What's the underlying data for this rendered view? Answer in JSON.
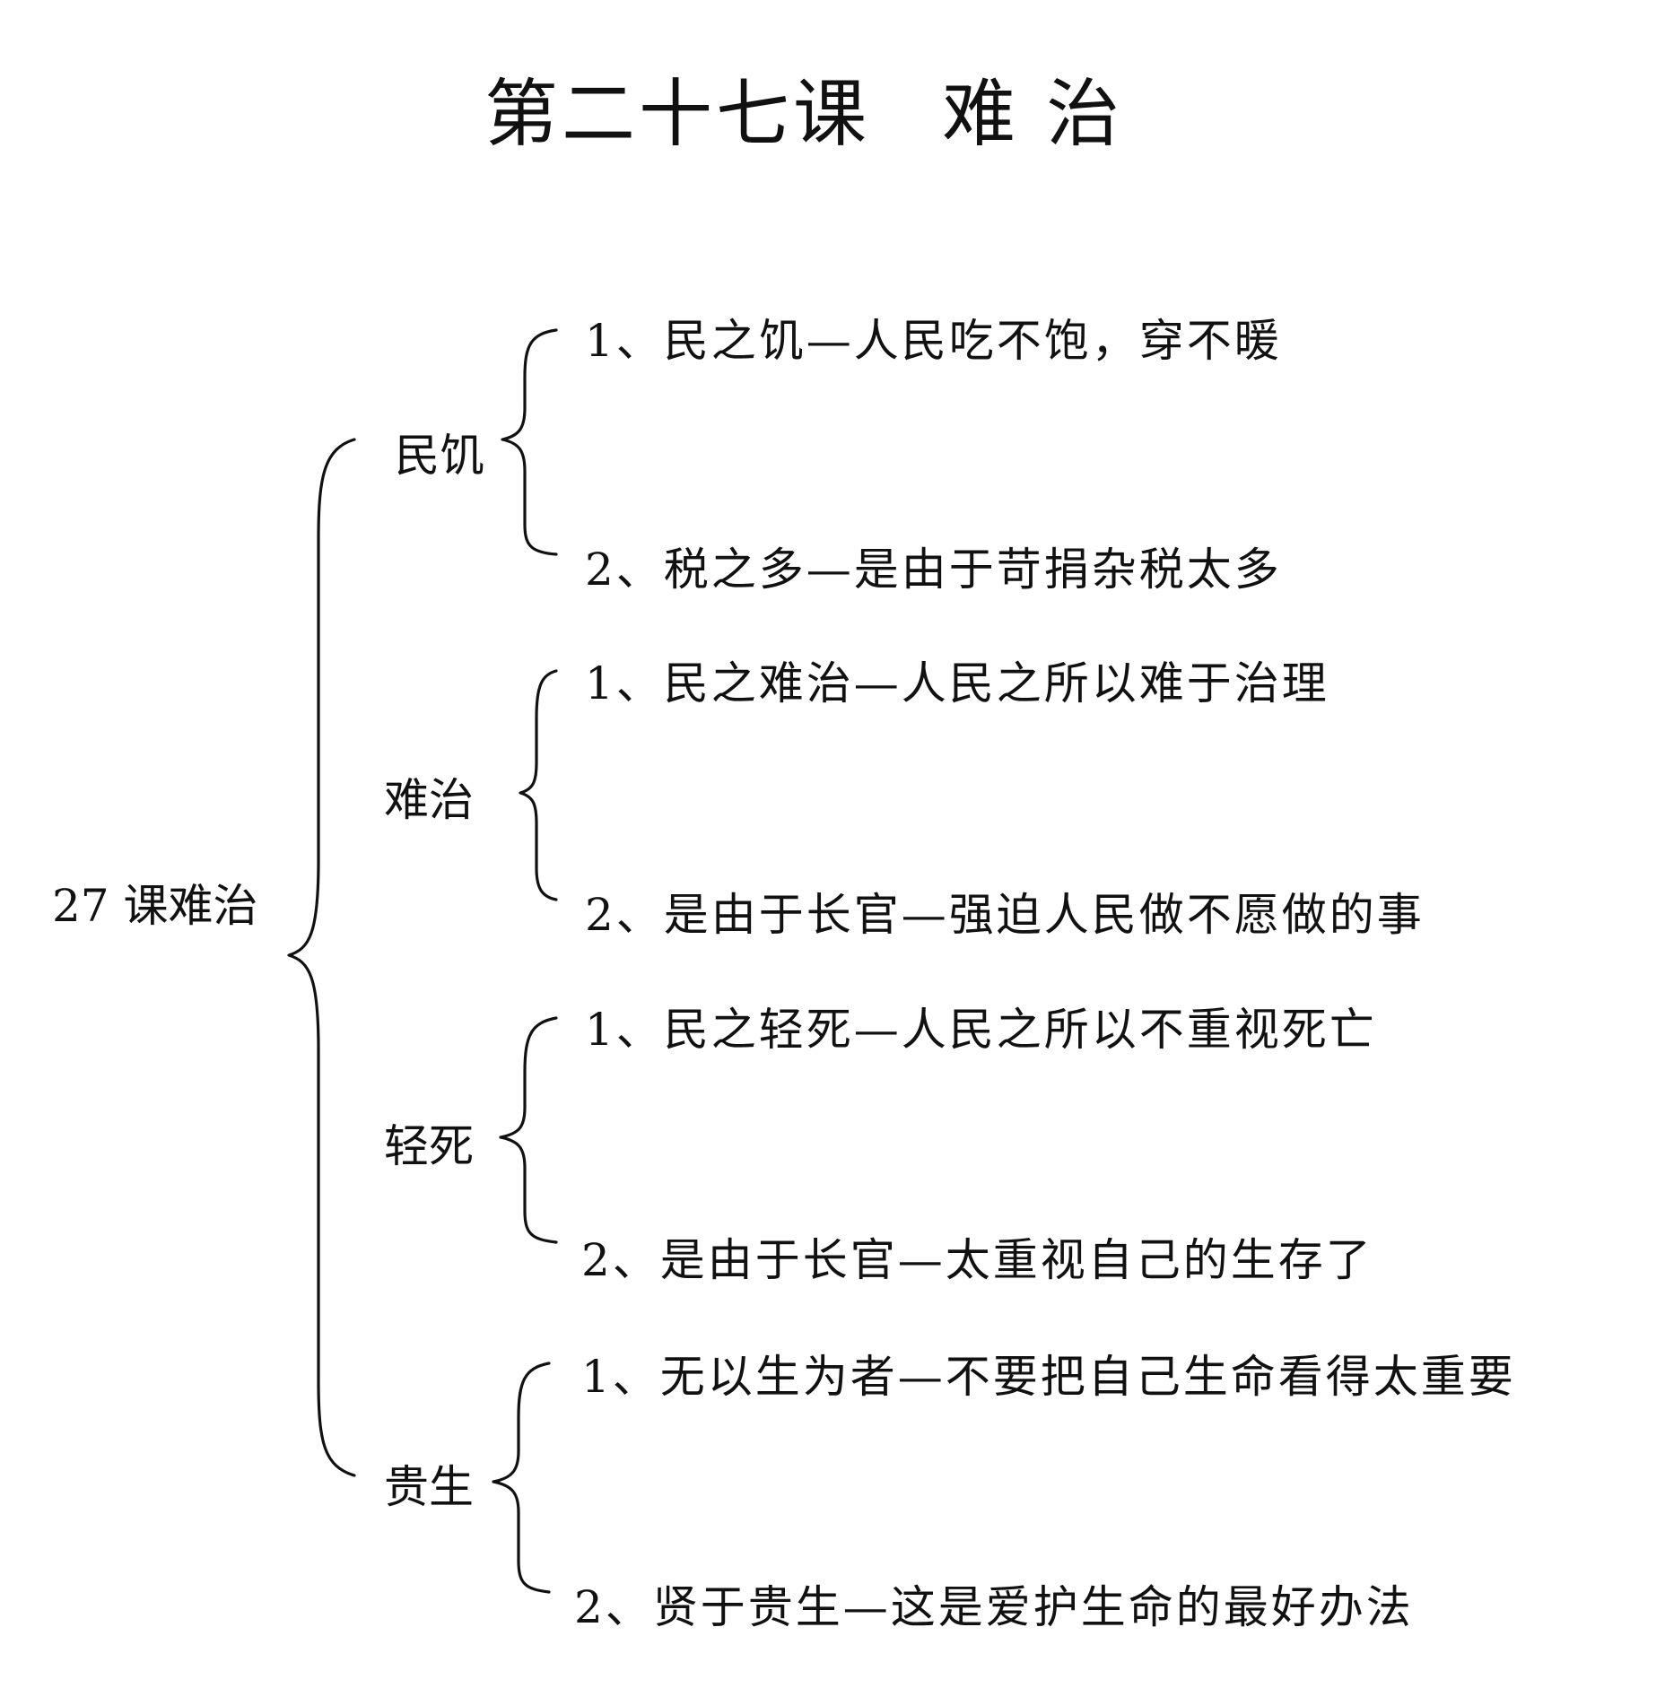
{
  "title": {
    "lesson": "第二十七课",
    "topic": "难 治"
  },
  "root": "27 课难治",
  "branches": [
    {
      "label": "民饥",
      "items": [
        "1、民之饥—人民吃不饱，穿不暖",
        "2、税之多—是由于苛捐杂税太多"
      ]
    },
    {
      "label": "难治",
      "items": [
        "1、民之难治—人民之所以难于治理",
        "2、是由于长官—强迫人民做不愿做的事"
      ]
    },
    {
      "label": "轻死",
      "items": [
        "1、民之轻死—人民之所以不重视死亡",
        "2、是由于长官—太重视自己的生存了"
      ]
    },
    {
      "label": "贵生",
      "items": [
        "1、无以生为者—不要把自己生命看得太重要",
        "2、贤于贵生—这是爱护生命的最好办法"
      ]
    }
  ]
}
